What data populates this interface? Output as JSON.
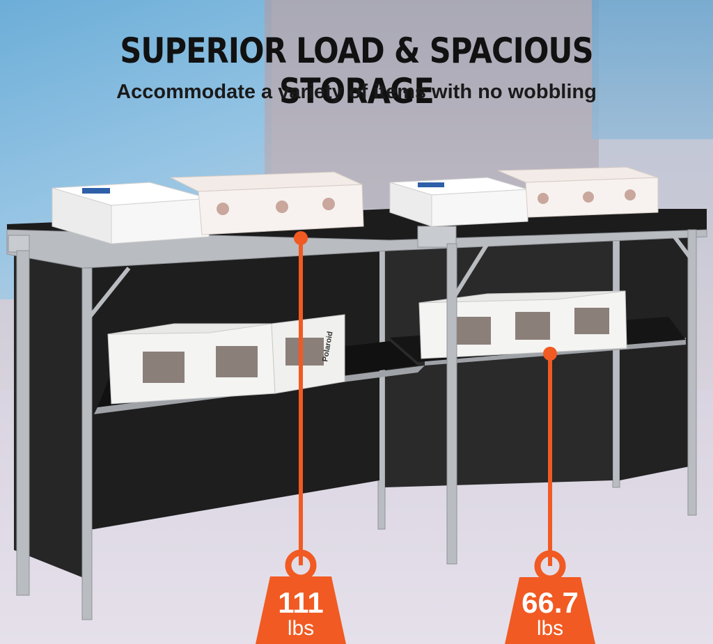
{
  "headline": "SUPERIOR LOAD & SPACIOUS STORAGE",
  "subheadline": "Accommodate a variety of items with no wobbling",
  "weights": [
    {
      "value": "111",
      "unit": "lbs"
    },
    {
      "value": "66.7",
      "unit": "lbs"
    }
  ],
  "colors": {
    "accent": "#f15a22",
    "table_top": "#1c1c1c",
    "frame": "#b9bcc0",
    "panel": "#1e1e1e",
    "box": "#f4f4f2"
  },
  "box_brand": "Polaroid"
}
